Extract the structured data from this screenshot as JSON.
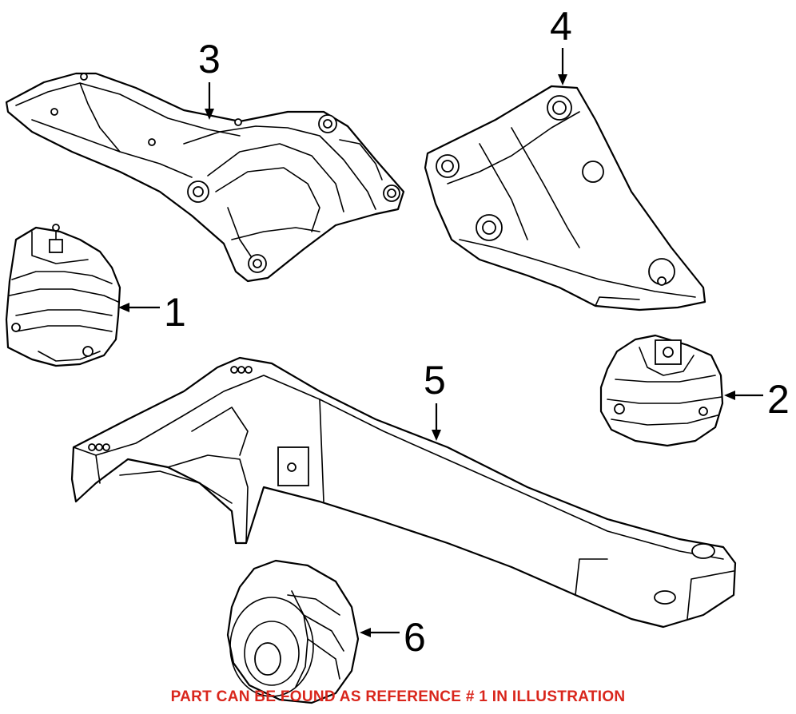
{
  "callouts": {
    "c1": "1",
    "c2": "2",
    "c3": "3",
    "c4": "4",
    "c5": "5",
    "c6": "6"
  },
  "footer": {
    "note": "PART CAN BE FOUND AS REFERENCE # 1 IN ILLUSTRATION",
    "color": "#d9261c"
  },
  "colors": {
    "line": "#000000",
    "background": "#ffffff"
  }
}
